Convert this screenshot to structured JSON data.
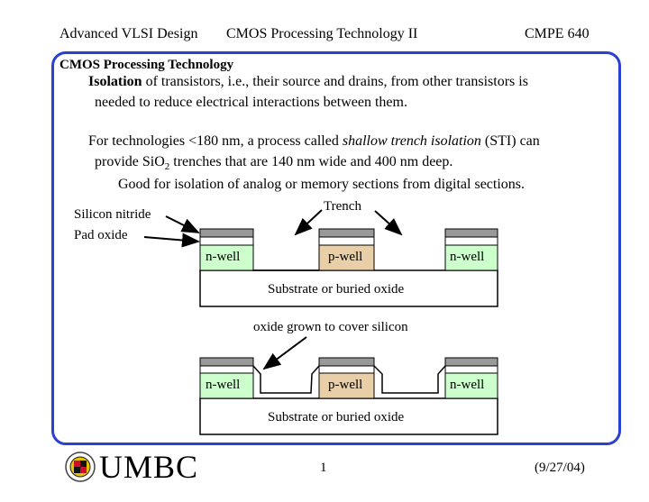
{
  "header": {
    "course": "Advanced VLSI Design",
    "topic": "CMOS Processing Technology II",
    "code": "CMPE 640"
  },
  "slide": {
    "title": "CMOS Processing Technology",
    "isolation_bold": "Isolation",
    "isolation_rest": "of transistors, i.e., their source and drains, from other transistors is",
    "isolation_line2": "needed to reduce electrical interactions between them.",
    "sti_pre": "For technologies <180 nm, a process called",
    "sti_italic": "shallow trench isolation",
    "sti_post": "(STI) can",
    "sti_line2_pre": "provide SiO",
    "sti_line2_sub": "2",
    "sti_line2_post": "trenches that are 140 nm wide and 400 nm deep.",
    "good_for": "Good for isolation of analog or memory sections from digital sections."
  },
  "diagram": {
    "label_silicon_nitride": "Silicon nitride",
    "label_pad_oxide": "Pad oxide",
    "label_trench": "Trench",
    "label_oxide_grown": "oxide grown to cover silicon",
    "well_left": "n-well",
    "well_center": "p-well",
    "well_right": "n-well",
    "substrate": "Substrate or buried oxide",
    "colors": {
      "nwell": "#ccffcc",
      "pwell": "#e8cfa8",
      "nitride": "#999999",
      "frame": "#2b3fd0"
    }
  },
  "footer": {
    "logo_text": "UMBC",
    "page": "1",
    "date": "(9/27/04)"
  }
}
